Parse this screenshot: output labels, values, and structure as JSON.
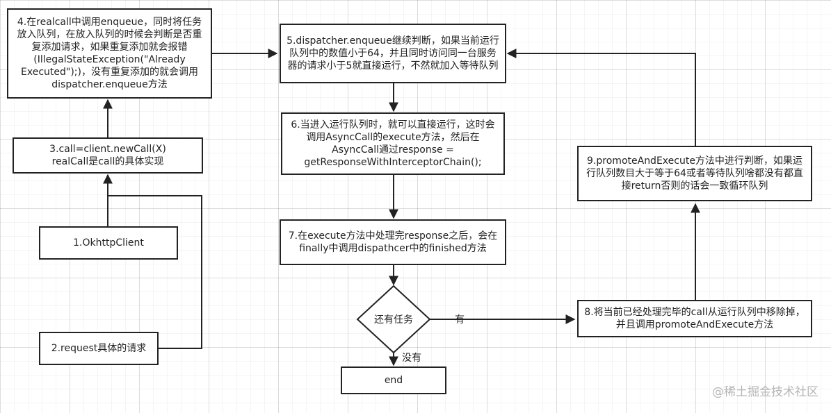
{
  "nodes": {
    "n1": "1.OkhttpClient",
    "n2": "2.request具体的请求",
    "n3": "3.call=client.newCall(X)\nrealCall是call的具体实现",
    "n4": "4.在realcall中调用enqueue，同时将任务放入队列，在放入队列的时候会判断是否重复添加请求，如果重复添加就会报错(IllegalStateException(\"Already Executed\");)，没有重复添加的就会调用dispatcher.enqueue方法",
    "n5": "5.dispatcher.enqueue继续判断，如果当前运行队列中的数值小于64，并且同时访问同一台服务器的请求小于5就直接运行，不然就加入等待队列",
    "n6": "6.当进入运行队列时，就可以直接运行，这时会调用AsyncCall的execute方法，然后在AsyncCall通过response = getResponseWithInterceptorChain();",
    "n7": "7.在execute方法中处理完response之后，会在finally中调用dispathcer中的finished方法",
    "decision": "还有任务",
    "n8": "8.将当前已经处理完毕的call从运行队列中移除掉，并且调用promoteAndExecute方法",
    "n9": "9.promoteAndExecute方法中进行判断，如果运行队列数目大于等于64或者等待队列啥都没有都直接return否则的话会一致循环队列",
    "end": "end"
  },
  "edge_labels": {
    "yes": "有",
    "no": "没有"
  },
  "watermark": "@稀土掘金技术社区"
}
